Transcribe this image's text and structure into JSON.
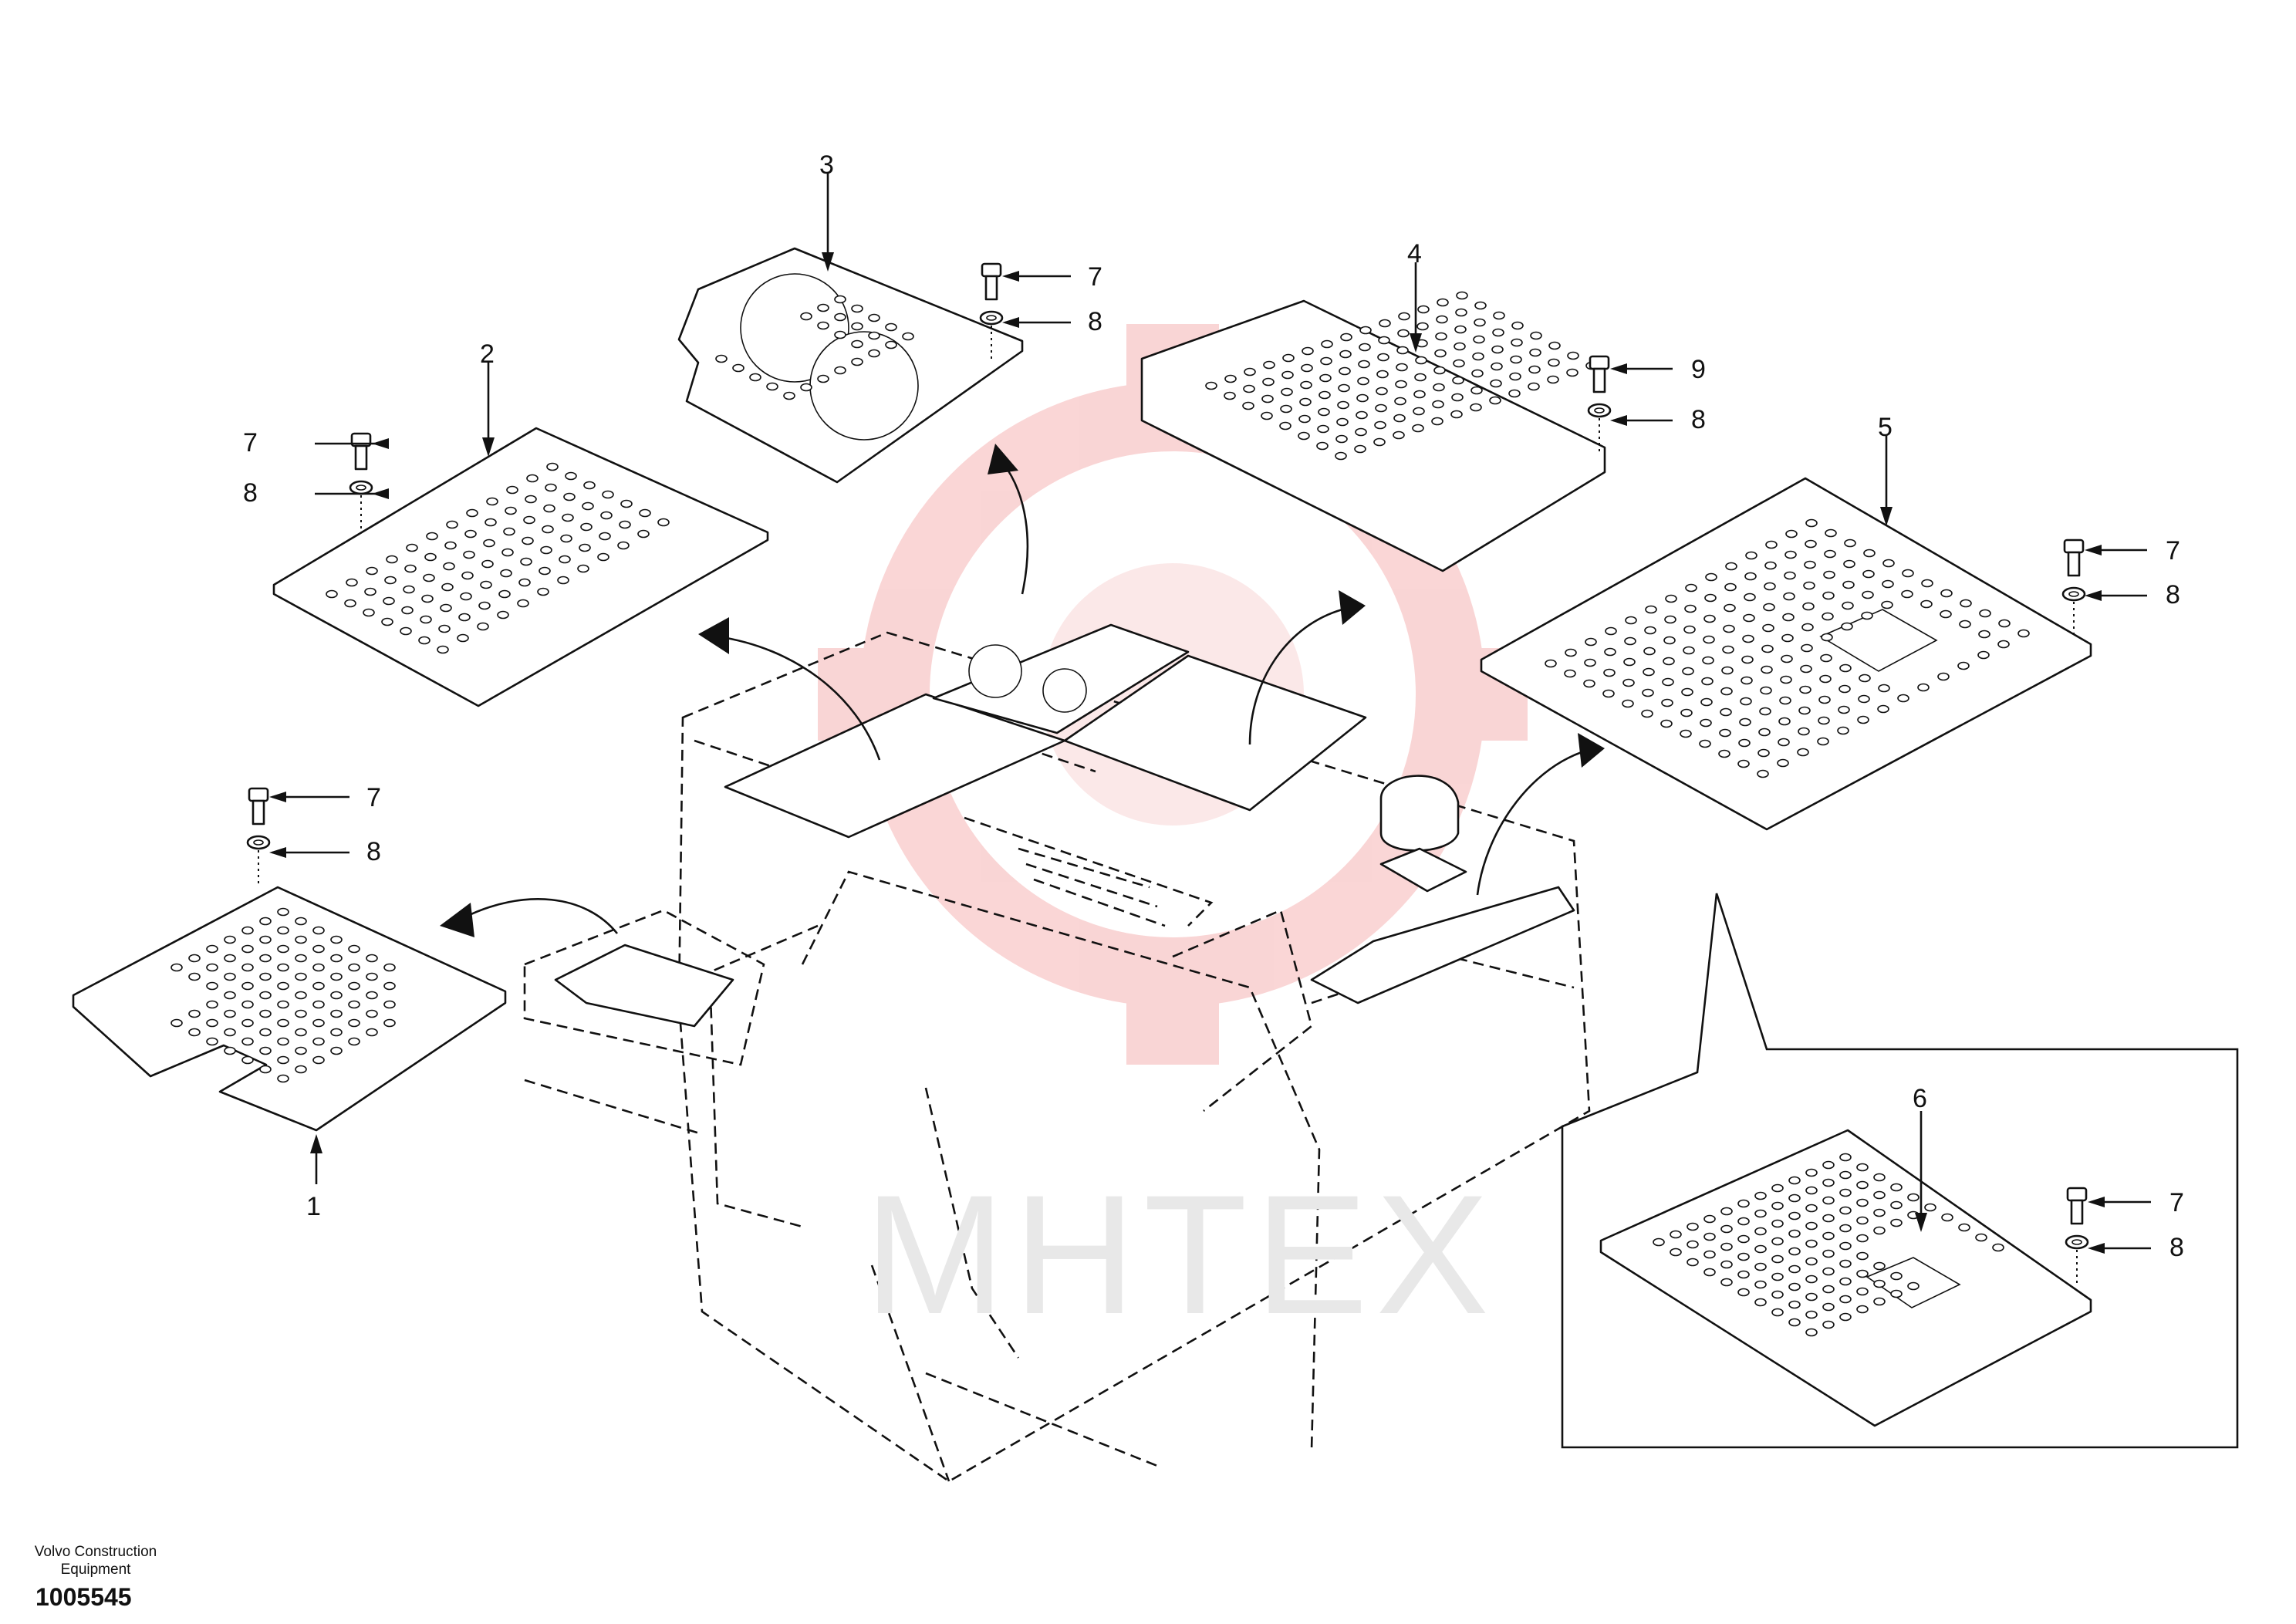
{
  "diagram": {
    "callouts": {
      "p1": "1",
      "p2": "2",
      "p3": "3",
      "p4": "4",
      "p5": "5",
      "p6": "6",
      "b2": "7",
      "w2": "8",
      "b3": "7",
      "w3": "8",
      "b4": "9",
      "w4": "8",
      "b5": "7",
      "w5": "8",
      "b1": "7",
      "w1": "8",
      "b6": "7",
      "w6": "8"
    }
  },
  "footer": {
    "maker": "Volvo Construction Equipment",
    "drawing_number": "1005545"
  },
  "watermark": {
    "text": "MHTEX",
    "color": "#f2b6b6"
  }
}
